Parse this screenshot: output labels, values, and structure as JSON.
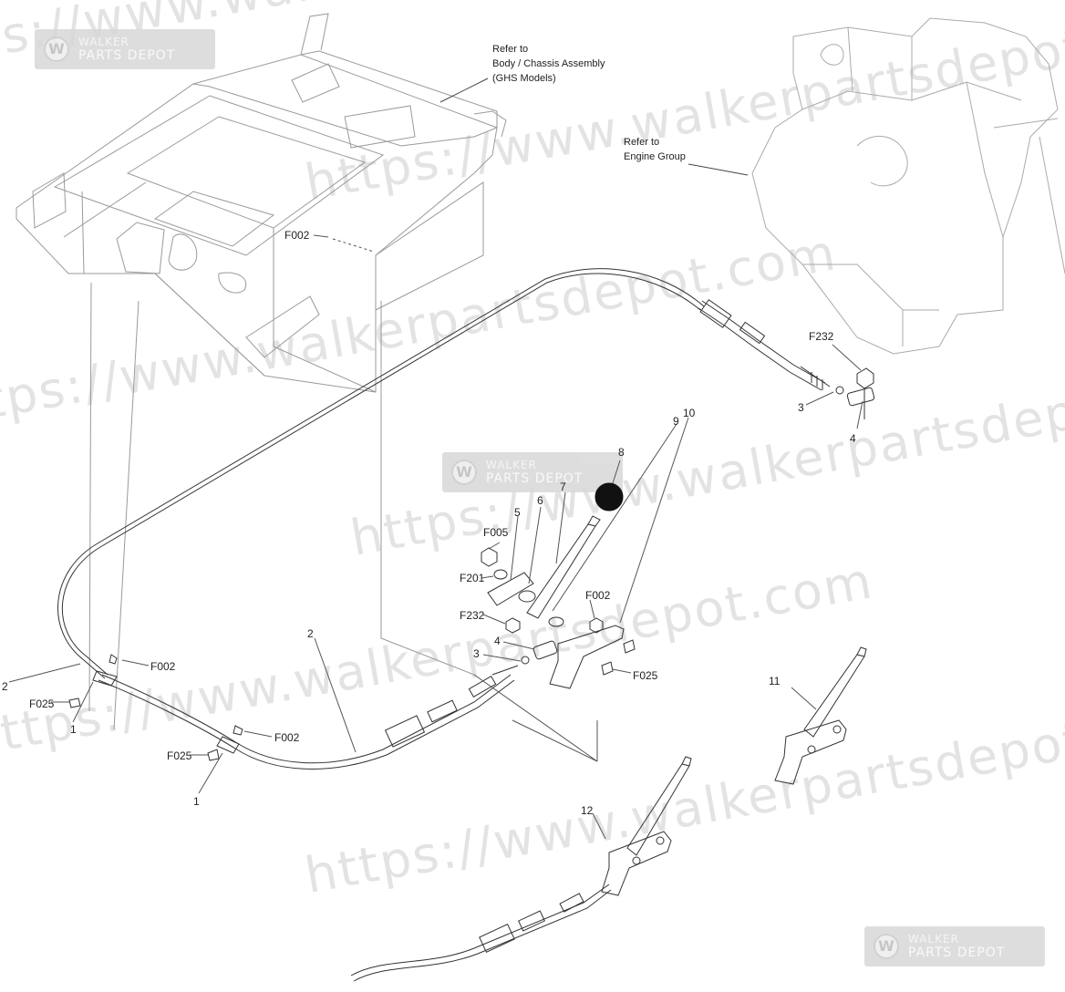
{
  "watermark": {
    "url_text": "https://www.walkerpartsdepot.com",
    "logo_line1": "WALKER",
    "logo_line2": "PARTS DEPOT",
    "logo_mark": "W"
  },
  "notes": {
    "body_chassis": [
      "Refer to",
      "Body / Chassis Assembly",
      "(GHS Models)"
    ],
    "engine_group": [
      "Refer to",
      "Engine Group"
    ]
  },
  "callouts": {
    "c_1a": "1",
    "c_1b": "1",
    "c_2a": "2",
    "c_2b": "2",
    "c_3a": "3",
    "c_3b": "3",
    "c_4a": "4",
    "c_4b": "4",
    "c_5": "5",
    "c_6": "6",
    "c_7": "7",
    "c_8": "8",
    "c_9": "9",
    "c_10": "10",
    "c_11": "11",
    "c_12": "12",
    "f002_top": "F002",
    "f002_a": "F002",
    "f002_b": "F002",
    "f002_mid": "F002",
    "f005": "F005",
    "f201": "F201",
    "f232_left": "F232",
    "f232_right": "F232",
    "f025_a": "F025",
    "f025_b": "F025",
    "f025_mid": "F025"
  }
}
